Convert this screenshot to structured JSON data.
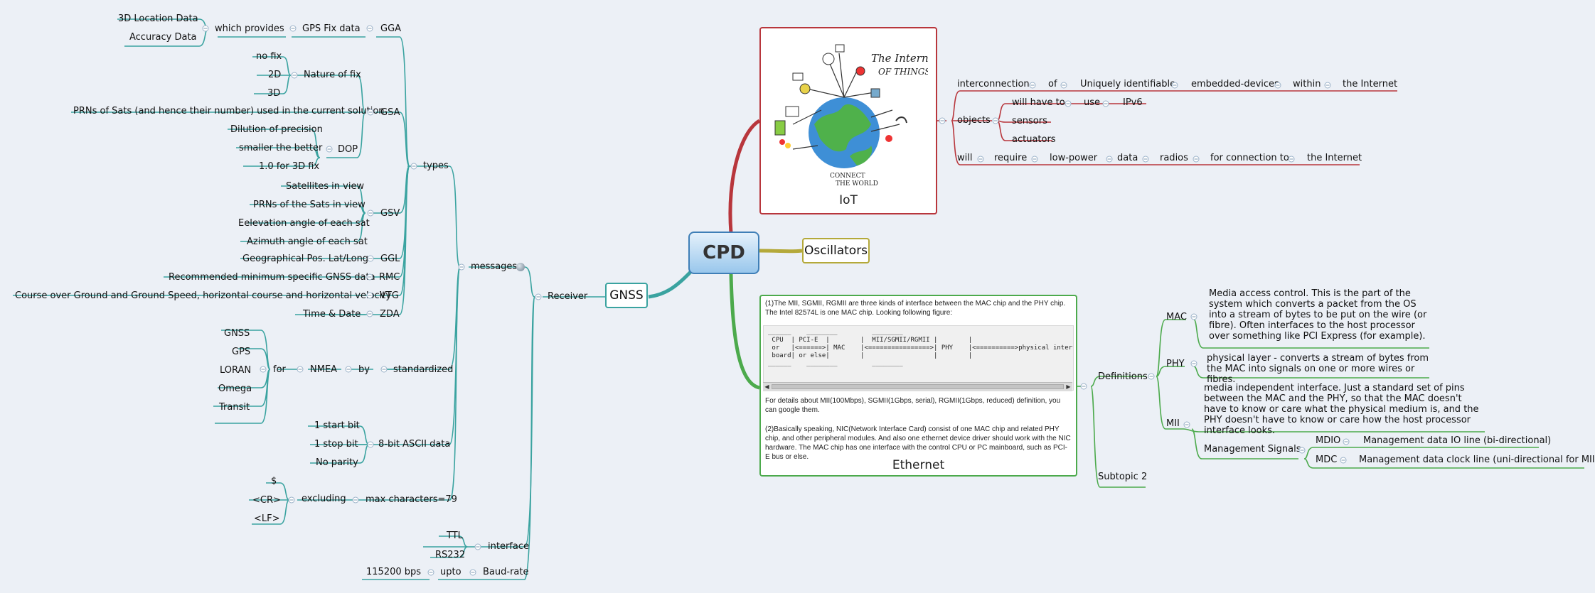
{
  "central": {
    "label": "CPD"
  },
  "gnss": {
    "label": "GNSS",
    "receiver": "Receiver",
    "messages": "messages",
    "types": "types",
    "gga": "GGA",
    "gps_fix": "GPS Fix data",
    "which_provides": "which provides",
    "loc3d": "3D Location Data",
    "accuracy": "Accuracy Data",
    "gsa": "GSA",
    "nature": "Nature of fix",
    "nofix": "no fix",
    "fix2d": "2D",
    "fix3d": "3D",
    "prns_used": "PRNs of Sats (and hence their number) used in the current solution",
    "dop": "DOP",
    "dilution": "Dilution of precision",
    "smaller": "smaller the better",
    "fix10": "1.0 for 3D fix",
    "gsv": "GSV",
    "sats_view": "Satellites in view",
    "prns_view": "PRNs of the Sats in view",
    "elevation": "Eelevation angle of each sat",
    "azimuth": "Azimuth angle of each sat",
    "ggl": "GGL",
    "ggl_desc": "Geographical Pos. Lat/Long",
    "rmc": "RMC",
    "rmc_desc": "Recommended minimum specific GNSS data",
    "vtg": "VTG",
    "vtg_desc": "Course over Ground and Ground Speed, horizontal course and horizontal velocity",
    "zda": "ZDA",
    "zda_desc": "Time & Date",
    "standardized": "standardized",
    "by": "by",
    "nmea": "NMEA",
    "for": "for",
    "sys_gnss": "GNSS",
    "sys_gps": "GPS",
    "sys_loran": "LORAN",
    "sys_omega": "Omega",
    "sys_transit": "Transit",
    "ascii": "8-bit ASCII data",
    "start_bit": "1 start bit",
    "stop_bit": "1 stop bit",
    "no_parity": "No parity",
    "max_chars": "max characters=79",
    "excluding": "excluding",
    "dollar": "$",
    "cr": "<CR>",
    "lf": "<LF>",
    "interface": "interface",
    "ttl": "TTL",
    "rs232": "RS232",
    "baud": "Baud-rate",
    "upto": "upto",
    "bps": "115200 bps"
  },
  "iot": {
    "label": "IoT",
    "image_title_1": "The Internet",
    "image_title_2": "OF THINGS",
    "image_caption_1": "CONNECT",
    "image_caption_2": "THE WORLD",
    "interconnection": "interconnection",
    "of": "of",
    "uniquely": "Uniquely identifiable",
    "embedded": "embedded-devices",
    "within": "within",
    "internet1": "the Internet",
    "objects": "objects",
    "will_have_to": "will have to",
    "use": "use",
    "ipv6": "IPv6",
    "sensors": "sensors",
    "actuators": "actuators",
    "will": "will",
    "require": "require",
    "low_power": "low-power",
    "data": "data",
    "radios": "radios",
    "for_conn": "for connection to",
    "internet2": "the Internet"
  },
  "oscillators": {
    "label": "Oscillators"
  },
  "ethernet": {
    "label": "Ethernet",
    "para1": "(1)The MII, SGMII, RGMII are three kinds of interface between the MAC chip and the PHY chip. The Intel 82574L is one MAC chip. Looking following figure:",
    "code": "______    ________         ________\n CPU  | PCI-E  |        |  MII/SGMII/RGMII |        |\n or   |<======>| MAC    |<================>| PHY    |<==========>physical interf\n board| or else|        |                  |        |\n______    ________         ________",
    "para2": "For details about MII(100Mbps), SGMII(1Gbps, serial), RGMII(1Gbps, reduced) definition, you can google them.",
    "para3": "(2)Basically speaking, NIC(Network Interface Card) consist of one MAC chip and related PHY chip, and other peripheral modules. And also one ethernet device driver should work with the NIC hardware. The MAC chip has one interface with the control CPU or PC mainboard, such as PCI-E bus or else.",
    "definitions": "Definitions",
    "mac": "MAC",
    "mac_desc": "Media access control. This is the part of the system which converts a packet from the OS into a stream of bytes to be put on the wire (or fibre). Often interfaces to the host processor over something like PCI Express (for example).",
    "phy": "PHY",
    "phy_desc": "physical layer - converts a stream of bytes from the MAC into signals on one or more wires or fibres.",
    "mii": "MII",
    "mii_desc": "media independent interface. Just a standard set of pins between the MAC and the PHY, so that the MAC doesn't have to know or care what the physical medium is, and the PHY doesn't have to know or care how the host processor interface looks.",
    "mgmt": "Management Signals",
    "mdio": "MDIO",
    "mdio_desc": "Management data IO line (bi-directional)",
    "mdc": "MDC",
    "mdc_desc": "Management data clock line (uni-directional for MII)",
    "subtopic2": "Subtopic 2"
  },
  "colors": {
    "teal": "#3aa3a0",
    "red": "#b8363c",
    "green": "#4caa4c",
    "olive": "#b4a93a",
    "blue": "#3f7fb7"
  }
}
